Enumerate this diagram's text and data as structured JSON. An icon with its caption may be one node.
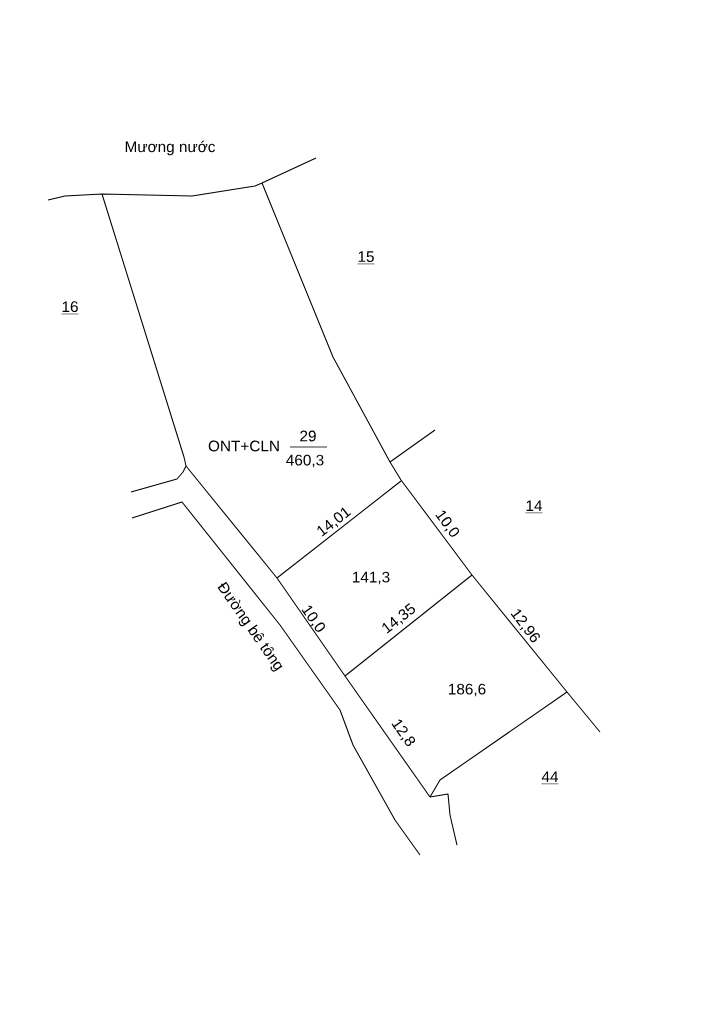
{
  "diagram": {
    "labels": [
      "Mương nước",
      "15",
      "16",
      "ONT+CLN",
      "29",
      "460,3",
      "14",
      "10,0",
      "14,01",
      "141,3",
      "Đường bê tông",
      "14,35",
      "12,96",
      "10,0",
      "186,6",
      "12,8",
      "44"
    ]
  }
}
